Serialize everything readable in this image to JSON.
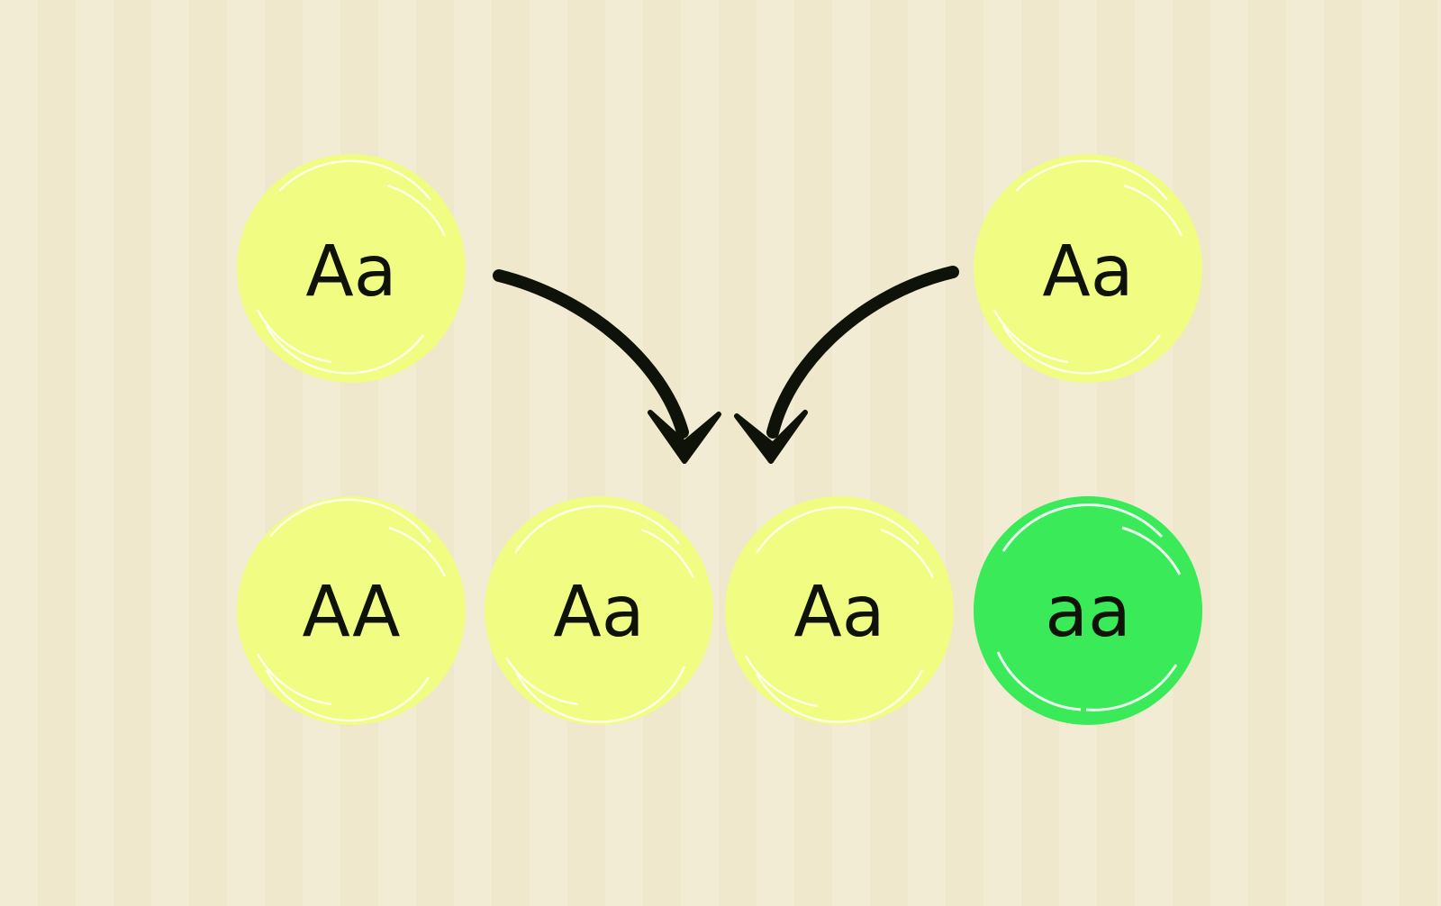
{
  "parents": [
    {
      "genotype": "Aa",
      "color": "#f0fc82"
    },
    {
      "genotype": "Aa",
      "color": "#f0fc82"
    }
  ],
  "offspring": [
    {
      "genotype": "AA",
      "color": "#f0fc82"
    },
    {
      "genotype": "Aa",
      "color": "#f0fc82"
    },
    {
      "genotype": "Aa",
      "color": "#f0fc82"
    },
    {
      "genotype": "aa",
      "color": "#3bea58"
    }
  ],
  "colors": {
    "dominant_circle": "#f0fc82",
    "recessive_circle": "#3bea58",
    "arrow": "#0f1208",
    "background": "#f2ecd4"
  },
  "icons": {
    "arrow_left": "curved-arrow-down-right-icon",
    "arrow_right": "curved-arrow-down-left-icon"
  }
}
